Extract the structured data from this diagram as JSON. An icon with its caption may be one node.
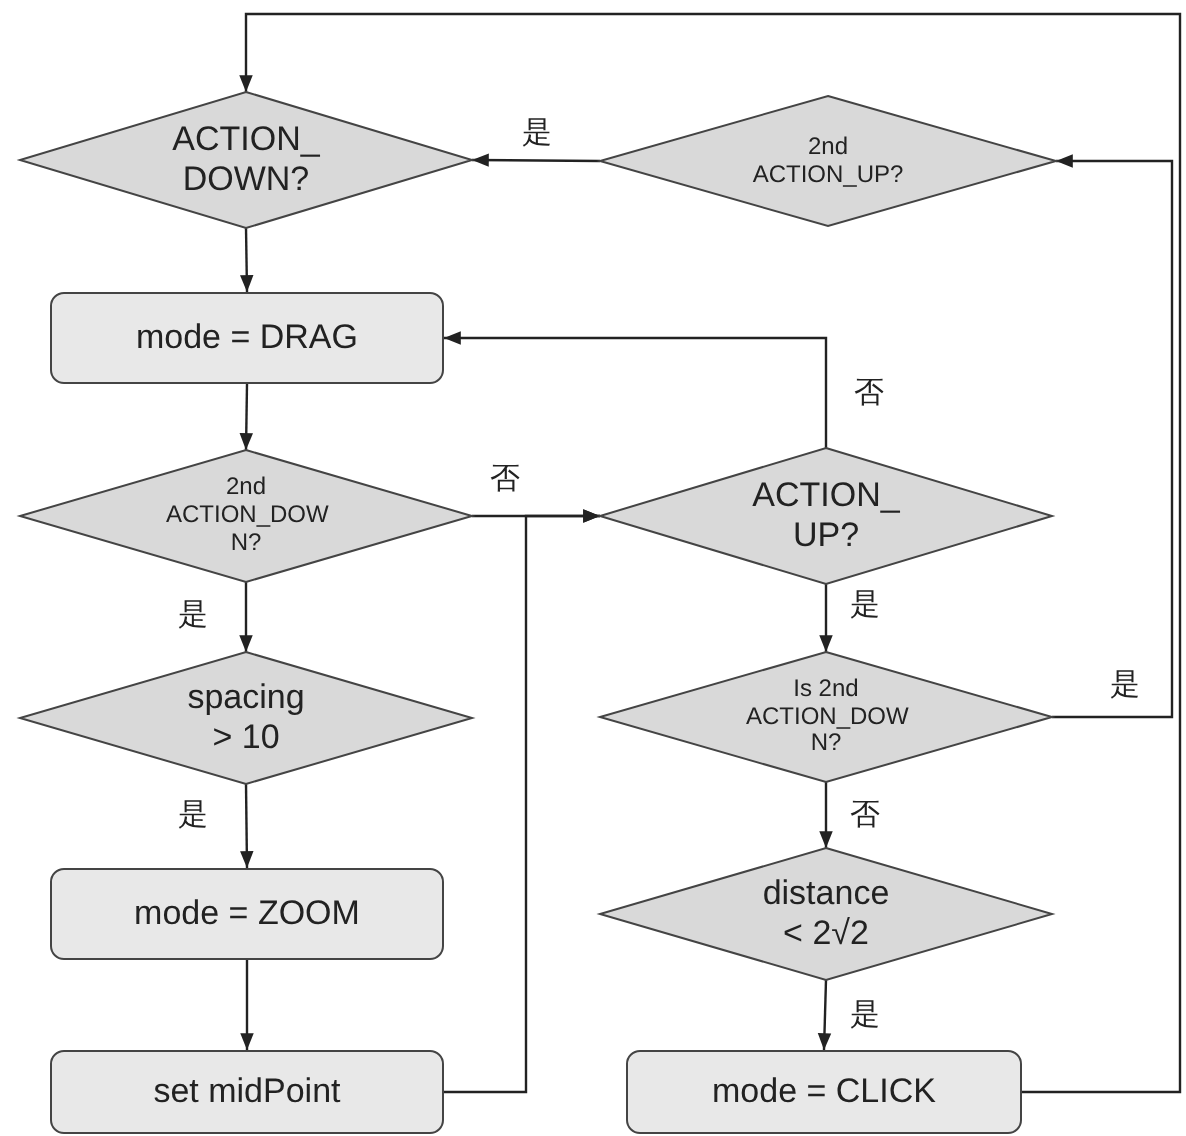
{
  "diagram": {
    "nodes": [
      {
        "text": [
          "ACTION_ DOWN?"
        ]
      },
      {
        "text": [
          "2nd ACTION_UP?"
        ]
      },
      {
        "text": [
          "mode = DRAG"
        ]
      },
      {
        "text": [
          "2nd ACTION_DOW N?"
        ]
      },
      {
        "text": [
          "ACTION_ UP?"
        ]
      },
      {
        "text": [
          "spacing > 10"
        ]
      },
      {
        "text": [
          "Is 2nd ACTION_DOW N?"
        ]
      },
      {
        "text": [
          "mode = ZOOM"
        ]
      },
      {
        "text": [
          "distance < 2√2"
        ]
      },
      {
        "text": [
          "set midPoint"
        ]
      },
      {
        "text": [
          "mode = CLICK"
        ]
      }
    ],
    "edges": [
      {
        "from": 10,
        "to": 0,
        "arrow": "to"
      },
      {
        "from": 1,
        "to": 0,
        "arrow": "to",
        "label": "是"
      },
      {
        "from": 0,
        "to": 2,
        "arrow": "to"
      },
      {
        "from": 2,
        "to": 3,
        "arrow": "to"
      },
      {
        "from": 3,
        "to": 4,
        "arrow": "to",
        "label": "否"
      },
      {
        "from": 9,
        "to": 4,
        "arrow": "to"
      },
      {
        "from": 4,
        "to": 2,
        "arrow": "to",
        "label": "否"
      },
      {
        "from": 4,
        "to": 6,
        "arrow": "to",
        "label": "是"
      },
      {
        "from": 6,
        "to": 1,
        "arrow": "to",
        "label": "是"
      },
      {
        "from": 3,
        "to": 5,
        "arrow": "to",
        "label": "是"
      },
      {
        "from": 5,
        "to": 7,
        "arrow": "to",
        "label": "是"
      },
      {
        "from": 7,
        "to": 9,
        "arrow": "to"
      },
      {
        "from": 6,
        "to": 8,
        "arrow": "to",
        "label": "否"
      },
      {
        "from": 8,
        "to": 10,
        "arrow": "to",
        "label": "是"
      }
    ]
  }
}
